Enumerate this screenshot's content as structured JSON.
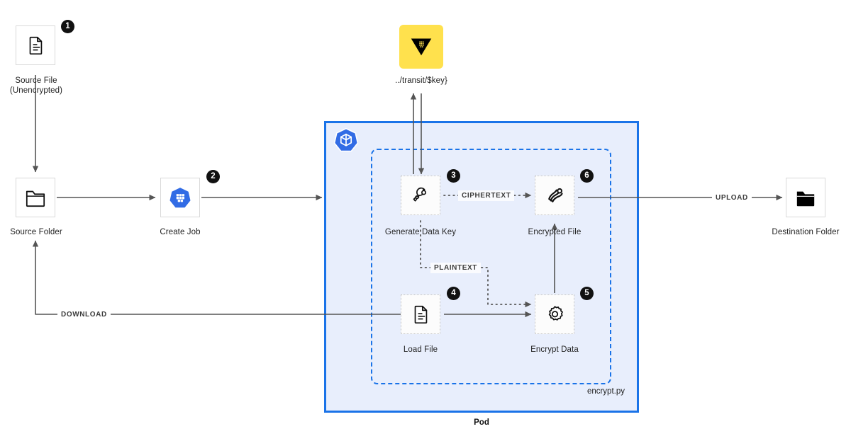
{
  "diagram": {
    "title": "Vault transit encryption pipeline inside a Kubernetes Pod",
    "colors": {
      "pod_border": "#1a73e8",
      "pod_fill": "#e8eefc",
      "badge_bg": "#111111",
      "vault_yellow": "#ffe14d",
      "k8s_blue": "#326ce5",
      "arrow": "#555555"
    }
  },
  "nodes": {
    "source_file": {
      "label": "Source File\n(Unencrypted)",
      "icon": "document-icon",
      "badge": "1"
    },
    "source_folder": {
      "label": "Source Folder",
      "icon": "folder-outline-icon",
      "badge": ""
    },
    "create_job": {
      "label": "Create Job",
      "icon": "kubernetes-icon",
      "badge": "2"
    },
    "transit_key": {
      "label": "../transit/$key}",
      "icon": "vault-icon",
      "badge": ""
    },
    "generate_data_key": {
      "label": "Generate Data Key",
      "icon": "key-icon",
      "badge": "3"
    },
    "encrypted_file": {
      "label": "Encrypted File",
      "icon": "encrypted-file-icon",
      "badge": "6"
    },
    "load_file": {
      "label": "Load File",
      "icon": "document-icon",
      "badge": "4"
    },
    "encrypt_data": {
      "label": "Encrypt Data",
      "icon": "gear-icon",
      "badge": "5"
    },
    "destination_folder": {
      "label": "Destination Folder",
      "icon": "folder-filled-icon",
      "badge": ""
    }
  },
  "containers": {
    "pod": {
      "label": "Pod",
      "badge_icon": "kubernetes-pod-icon"
    },
    "script": {
      "label": "encrypt.py"
    }
  },
  "edges": {
    "ciphertext": "CIPHERTEXT",
    "plaintext": "PLAINTEXT",
    "download": "DOWNLOAD",
    "upload": "UPLOAD"
  }
}
